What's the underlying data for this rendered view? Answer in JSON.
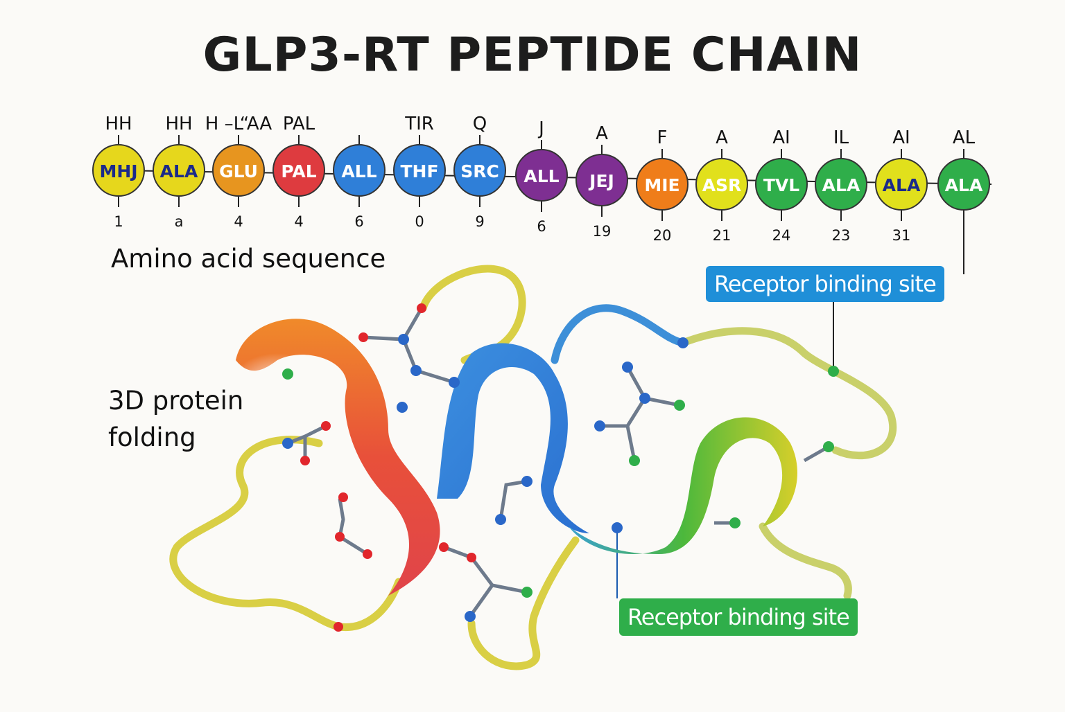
{
  "title": "GLP3-RT PEPTIDE CHAIN",
  "labels": {
    "sequence": "Amino acid sequence",
    "folding_line1": "3D protein",
    "folding_line2": "folding",
    "binding_site_blue": "Receptor binding site",
    "binding_site_green": "Receptor binding site"
  },
  "residues": [
    {
      "code": "MHJ",
      "top": "HH",
      "index": "1",
      "color": "#e6d71c"
    },
    {
      "code": "ALA",
      "top": "HH",
      "index": "a",
      "color": "#e6d71c"
    },
    {
      "code": "GLU",
      "top": "H –L“AA",
      "index": "4",
      "color": "#e7951f"
    },
    {
      "code": "PAL",
      "top": "PAL",
      "index": "4",
      "color": "#de3b3f"
    },
    {
      "code": "ALL",
      "top": "",
      "index": "6",
      "color": "#2f7fd8"
    },
    {
      "code": "THF",
      "top": "TIR",
      "index": "0",
      "color": "#2f7fd8"
    },
    {
      "code": "SRC",
      "top": "Q",
      "index": "9",
      "color": "#2f7fd8"
    },
    {
      "code": "ALL",
      "top": "J",
      "index": "6",
      "color": "#7e2f92"
    },
    {
      "code": "JEJ",
      "top": "A",
      "index": "19",
      "color": "#7e2f92"
    },
    {
      "code": "MIE",
      "top": "F",
      "index": "20",
      "color": "#ef7d1a"
    },
    {
      "code": "ASR",
      "top": "A",
      "index": "21",
      "color": "#e1e01c"
    },
    {
      "code": "TVL",
      "top": "AI",
      "index": "24",
      "color": "#2fae4a"
    },
    {
      "code": "ALA",
      "top": "IL",
      "index": "23",
      "color": "#2fae4a"
    },
    {
      "code": "ALA",
      "top": "AI",
      "index": "31",
      "color": "#e1e01c"
    },
    {
      "code": "ALA",
      "top": "AL",
      "index": "",
      "color": "#2fae4a"
    }
  ],
  "colors": {
    "helix_orange": "#ef7d1a",
    "helix_red": "#e0444a",
    "helix_blue": "#2f7fd8",
    "helix_green": "#45b03c",
    "helix_yellow": "#d6cf2a",
    "loop_yellow": "#d9cf45",
    "atom_red": "#e1262c",
    "atom_blue": "#2a67c8",
    "atom_green": "#2fae4a"
  }
}
